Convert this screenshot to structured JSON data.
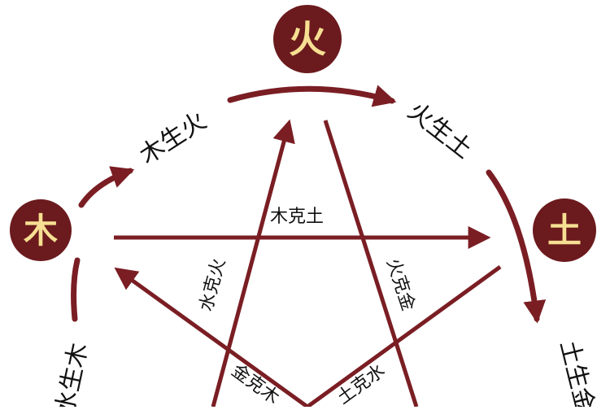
{
  "colors": {
    "line": "#7a1e24",
    "node_fill": "#6b1a1d",
    "node_text": "#f6df92",
    "label": "#111111",
    "background": "#ffffff"
  },
  "nodes": {
    "fire": {
      "label": "火"
    },
    "wood": {
      "label": "木"
    },
    "earth": {
      "label": "土"
    }
  },
  "generating": {
    "wood_fire": "木生火",
    "fire_earth": "火生土",
    "earth_metal": "土生金",
    "water_wood": "水生木"
  },
  "controlling": {
    "wood_earth": "木克土",
    "water_fire": "水克火",
    "fire_metal": "火克金",
    "metal_wood": "金克木",
    "earth_water": "土克水"
  }
}
